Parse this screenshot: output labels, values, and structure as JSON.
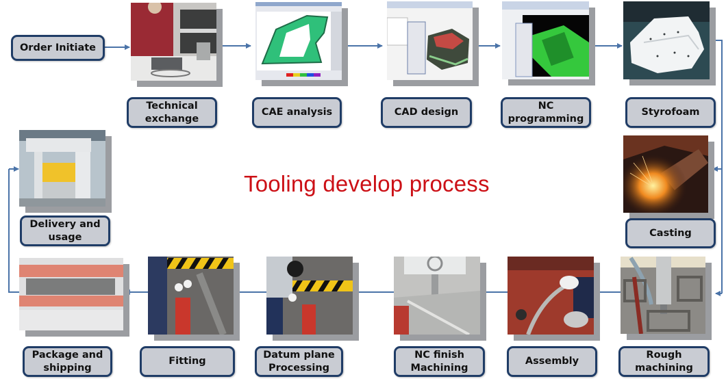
{
  "title": "Tooling develop process",
  "colors": {
    "title": "#cc1016",
    "label_fill": "#c9ccd3",
    "label_border": "#1f3c66",
    "connector": "#4a73a8",
    "photo_shadow": "#9b9da1"
  },
  "start": {
    "label": "Order Initiate"
  },
  "steps": [
    {
      "id": "technical-exchange",
      "label": "Technical\nexchange",
      "photo": "meeting-photo"
    },
    {
      "id": "cae-analysis",
      "label": "CAE analysis",
      "photo": "cae-software-screenshot"
    },
    {
      "id": "cad-design",
      "label": "CAD design",
      "photo": "cad-software-screenshot"
    },
    {
      "id": "nc-programming",
      "label": "NC\nprogramming",
      "photo": "nc-software-screenshot"
    },
    {
      "id": "styrofoam",
      "label": "Styrofoam",
      "photo": "styrofoam-model-photo"
    },
    {
      "id": "casting",
      "label": "Casting",
      "photo": "molten-metal-casting-photo"
    },
    {
      "id": "rough-machining",
      "label": "Rough\nmachining",
      "photo": "milling-spindle-photo"
    },
    {
      "id": "assembly",
      "label": "Assembly",
      "photo": "gloved-hands-assembly-photo"
    },
    {
      "id": "nc-finish-machining",
      "label": "NC finish\nMachining",
      "photo": "cnc-finish-photo"
    },
    {
      "id": "datum-plane-processing",
      "label": "Datum plane\nProcessing",
      "photo": "worker-grinding-photo"
    },
    {
      "id": "fitting",
      "label": "Fitting",
      "photo": "worker-fitting-photo"
    },
    {
      "id": "package-and-shipping",
      "label": "Package and\nshipping",
      "photo": "wrapped-die-photo"
    },
    {
      "id": "delivery-and-usage",
      "label": "Delivery and\nusage",
      "photo": "stamping-press-photo"
    }
  ]
}
